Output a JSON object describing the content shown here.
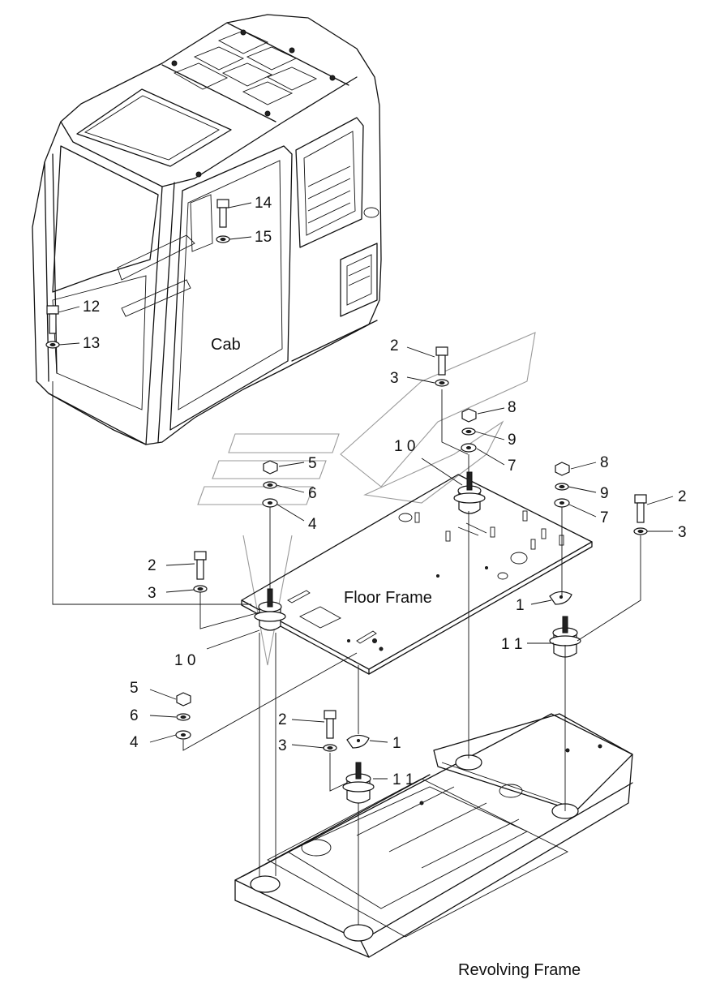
{
  "labels": {
    "cab": "Cab",
    "floor_frame": "Floor Frame",
    "revolving_frame": "Revolving Frame"
  },
  "callouts": {
    "c12": "12",
    "c13": "13",
    "c14": "14",
    "c15": "15",
    "c2a": "2",
    "c3a": "3",
    "c8a": "8",
    "c9a": "9",
    "c10a": "1 0",
    "c7a": "7",
    "c5a": "5",
    "c6a": "6",
    "c4a": "4",
    "c8b": "8",
    "c9b": "9",
    "c7b": "7",
    "c2b": "2",
    "c3b": "3",
    "c2c": "2",
    "c3c": "3",
    "c1a": "1",
    "c10b": "1 0",
    "c11a": "1 1",
    "c5b": "5",
    "c6b": "6",
    "c4b": "4",
    "c2d": "2",
    "c3d": "3",
    "c1b": "1",
    "c11b": "1 1"
  }
}
